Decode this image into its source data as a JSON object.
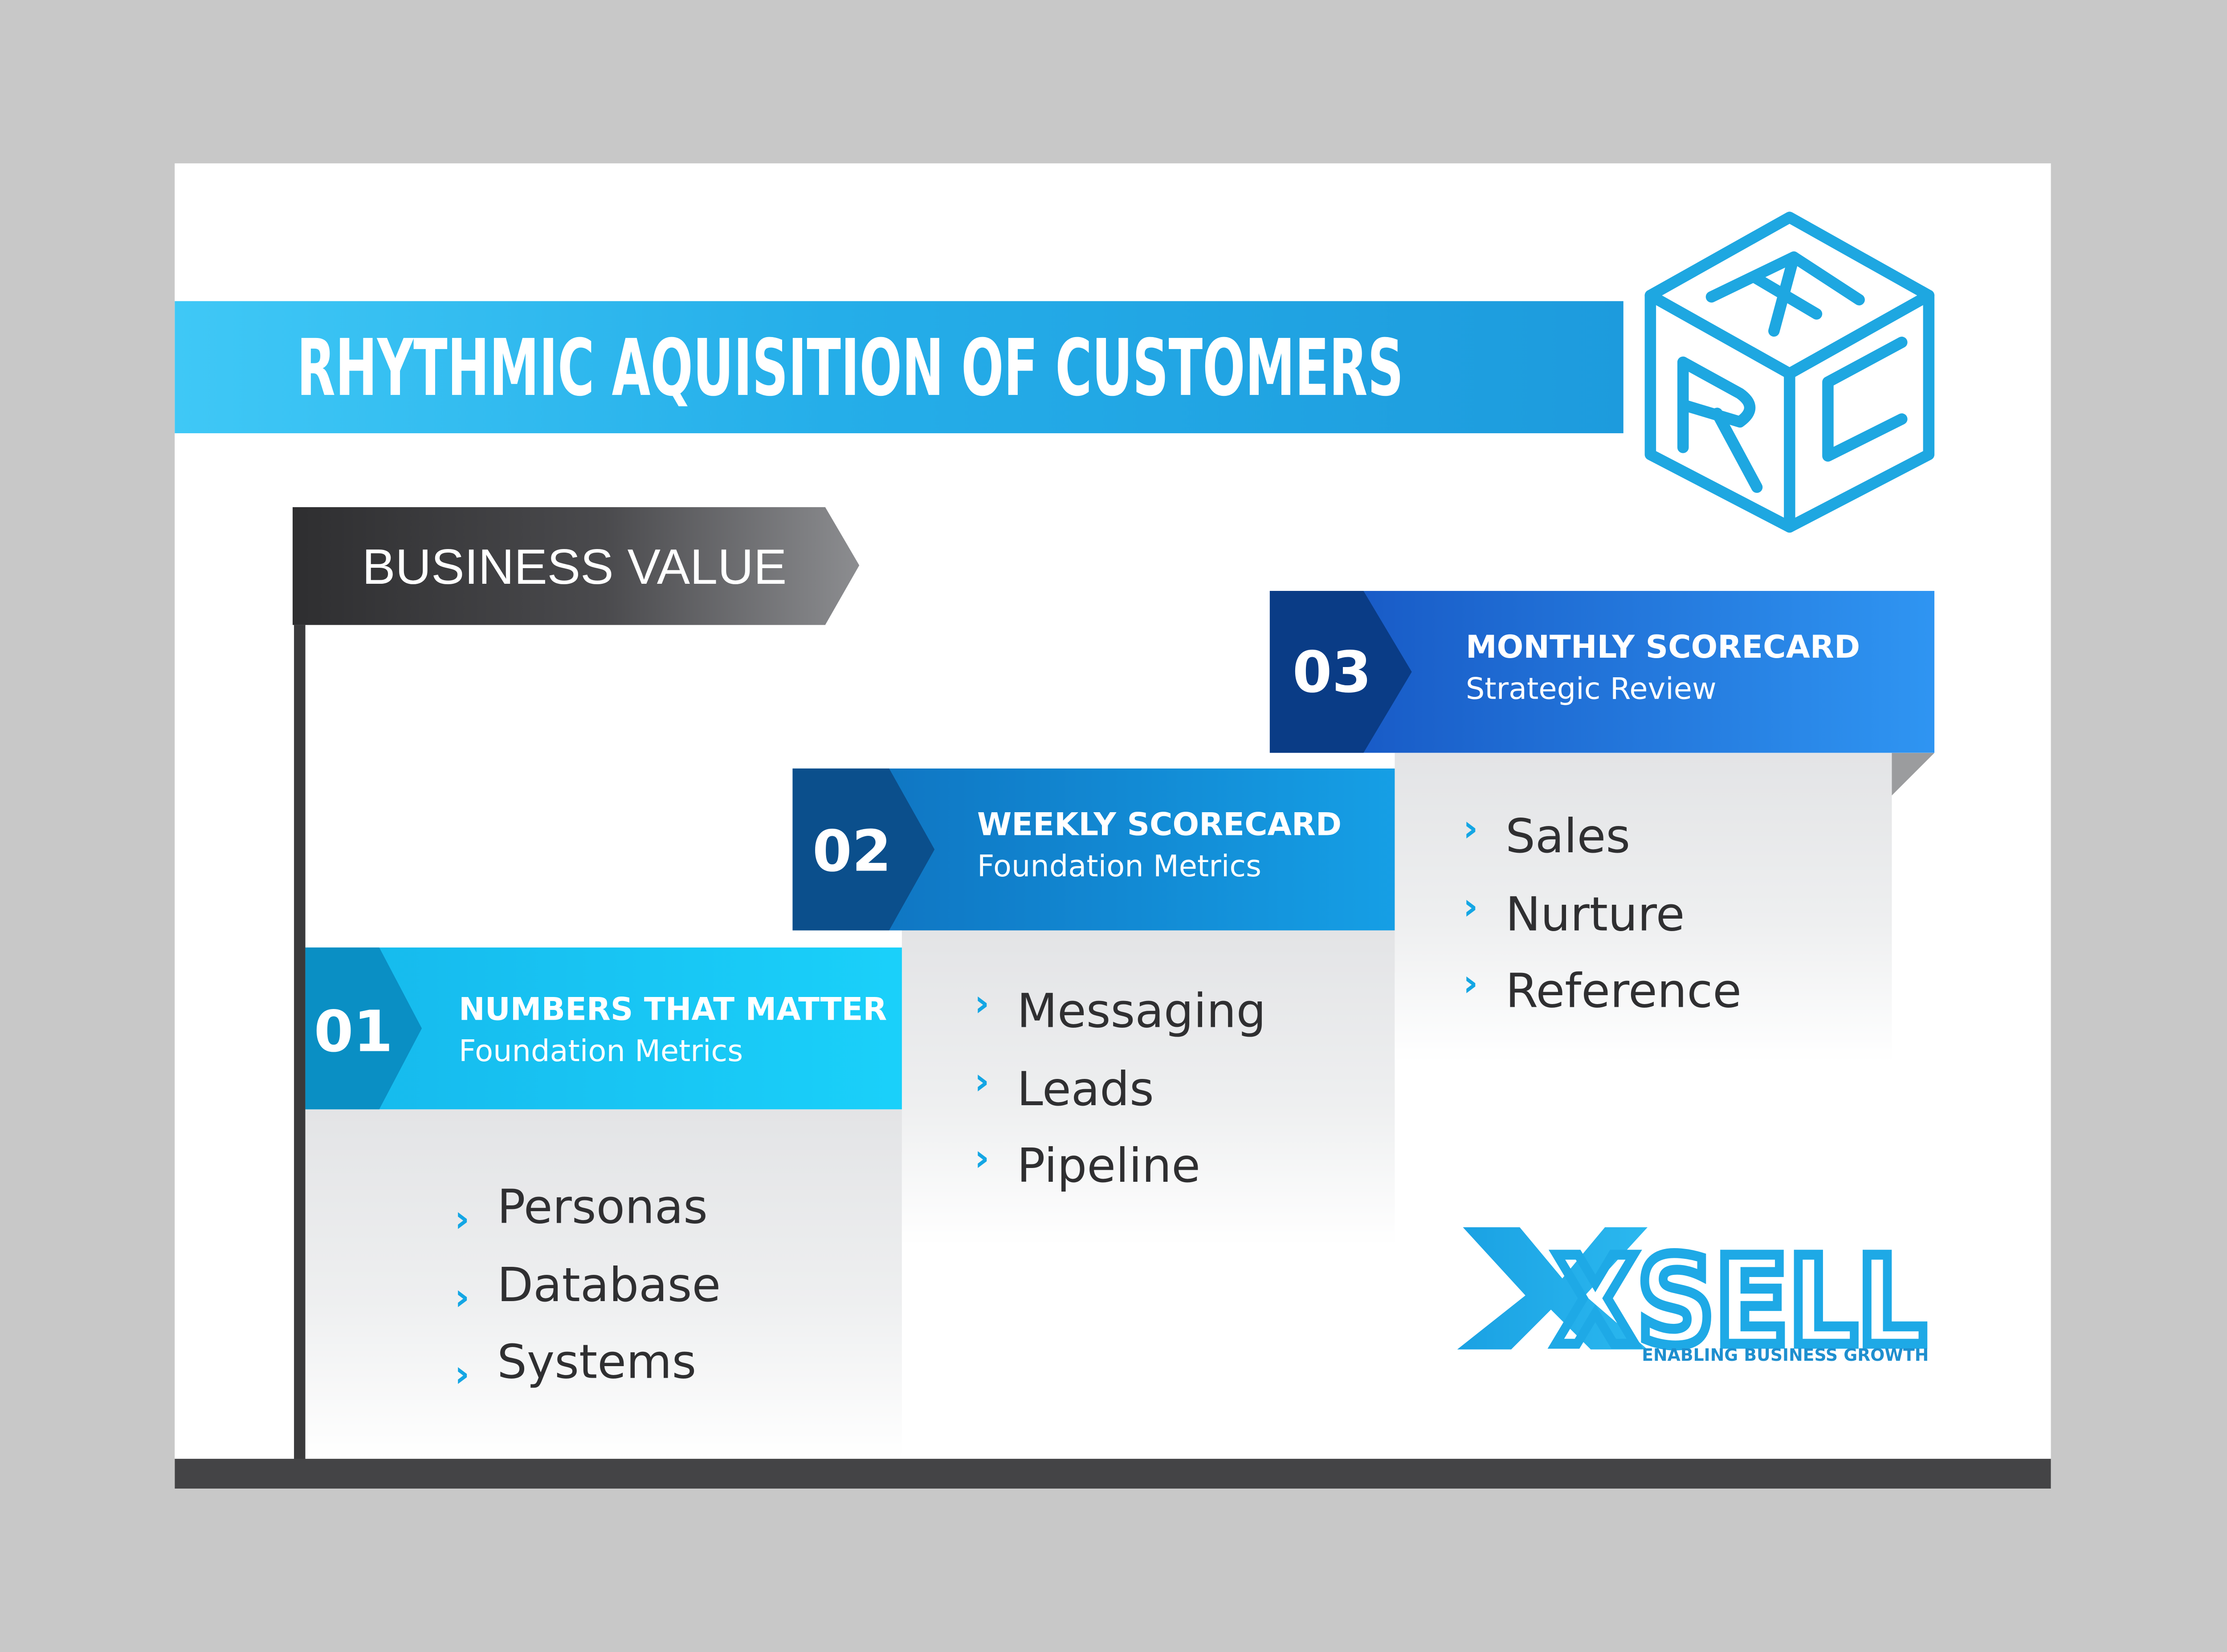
{
  "banner": {
    "title": "RHYTHMIC AQUISITION OF CUSTOMERS"
  },
  "arc_logo": {
    "letters": [
      "A",
      "R",
      "C"
    ]
  },
  "business_value": {
    "label": "BUSINESS VALUE"
  },
  "steps": [
    {
      "number": "01",
      "title": "NUMBERS THAT MATTER",
      "subtitle": "Foundation Metrics",
      "items": [
        "Personas",
        "Database",
        "Systems"
      ]
    },
    {
      "number": "02",
      "title": "WEEKLY SCORECARD",
      "subtitle": "Foundation Metrics",
      "items": [
        "Messaging",
        "Leads",
        "Pipeline"
      ]
    },
    {
      "number": "03",
      "title": "MONTHLY SCORECARD",
      "subtitle": "Strategic Review",
      "items": [
        "Sales",
        "Nurture",
        "Reference"
      ]
    }
  ],
  "brand": {
    "name": "XSELL",
    "tagline": "ENABLING BUSINESS GROWTH"
  },
  "colors": {
    "step1_dark": "#0a8fc4",
    "step1_light": "#18cff9",
    "step2_dark": "#0b4f8c",
    "step2_light": "#149ee6",
    "step3_dark": "#0a3c86",
    "step3_light": "#2b8ff0",
    "bullet": "#14a6e4",
    "text": "#2f2f31",
    "tag_dark": "#3a3a3c"
  }
}
